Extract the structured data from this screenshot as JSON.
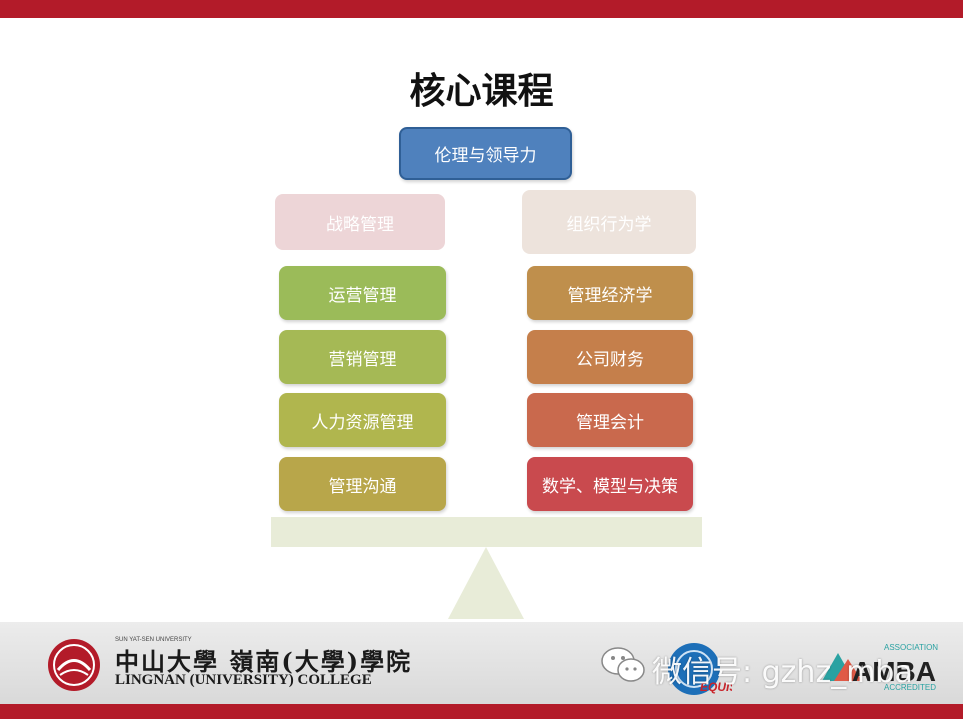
{
  "title": "核心课程",
  "top_course": "伦理与领导力",
  "left_column": [
    "战略管理",
    "运营管理",
    "营销管理",
    "人力资源管理",
    "管理沟通"
  ],
  "right_column": [
    "组织行为学",
    "管理经济学",
    "公司财务",
    "管理会计",
    "数学、模型与决策"
  ],
  "footer": {
    "college_small": "SUN YAT-SEN UNIVERSITY",
    "college_cn": "中山大學 嶺南(大學)學院",
    "college_en": "LINGNAN (UNIVERSITY) COLLEGE",
    "watermark": "微信号: gzhz_mba",
    "equis_label": "EQUIS",
    "amba_label": "AMBA",
    "amba_sub_top": "ASSOCIATION",
    "amba_sub_bottom": "ACCREDITED"
  },
  "colors": {
    "brand_red": "#b31b29",
    "top_box": "#4f81bd",
    "left": [
      "#edd5d7",
      "#9bbb59",
      "#a5b955",
      "#b0b64e",
      "#b8a64a"
    ],
    "right": [
      "#ede3dc",
      "#bf8f4c",
      "#c57f4b",
      "#c9694d",
      "#c94a4e"
    ]
  }
}
